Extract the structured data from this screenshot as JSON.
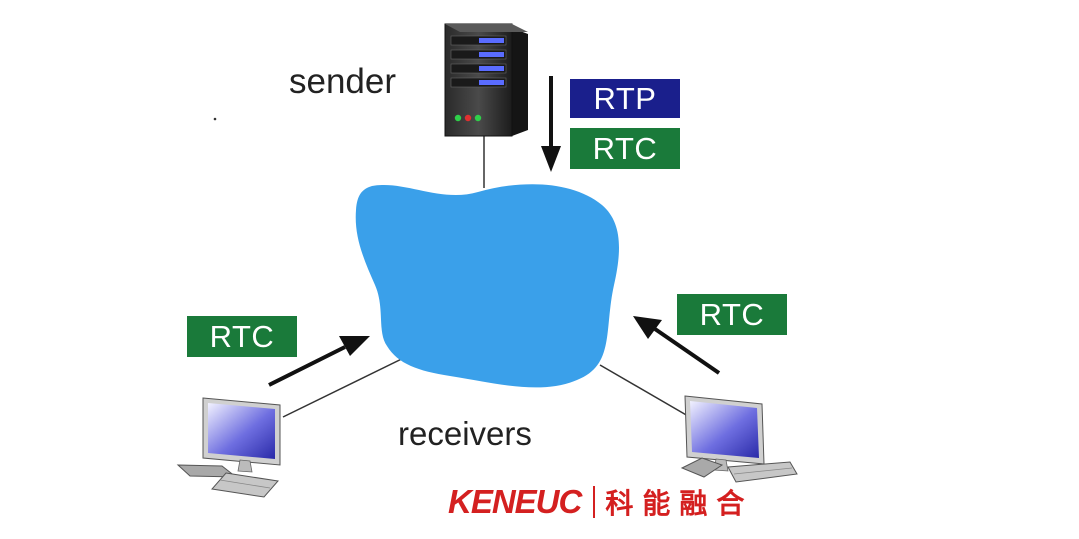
{
  "labels": {
    "sender": "sender",
    "receivers": "receivers"
  },
  "tags": {
    "rtp_top": "RTP",
    "rtc_top": "RTC",
    "rtc_left": "RTC",
    "rtc_right": "RTC"
  },
  "brand": {
    "latin": "KENEUC",
    "cjk": "科能融合"
  },
  "colors": {
    "cloud": "#3aa0ea",
    "rtp_tag": "#1a1f8c",
    "rtc_tag": "#1a7a3a",
    "brand": "#d42020"
  },
  "icons": {
    "sender": "server-icon",
    "network": "network-cloud-icon",
    "receivers": "desktop-computer-icon"
  }
}
